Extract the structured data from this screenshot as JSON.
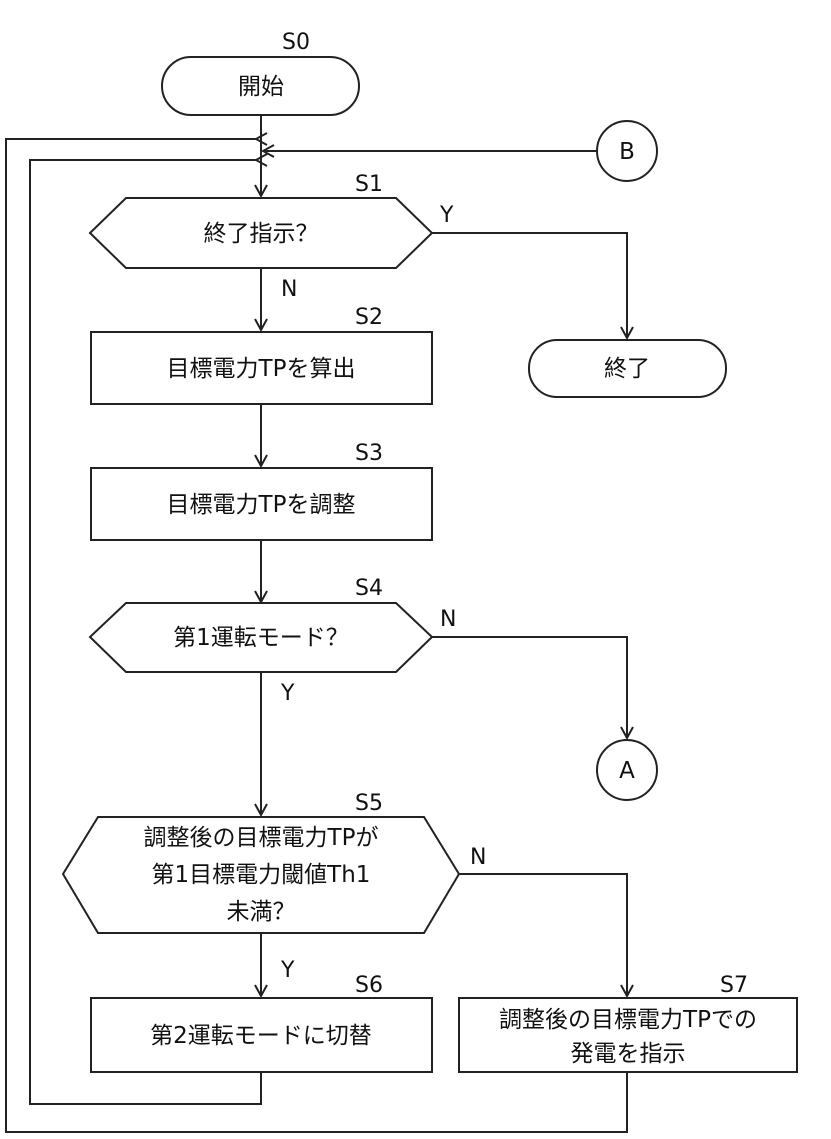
{
  "steps": {
    "s0": "S0",
    "s1": "S1",
    "s2": "S2",
    "s3": "S3",
    "s4": "S4",
    "s5": "S5",
    "s6": "S6",
    "s7": "S7"
  },
  "nodes": {
    "start": "開始",
    "end": "終了",
    "s1": "終了指示？",
    "s2": "目標電力TPを算出",
    "s3": "目標電力TPを調整",
    "s4": "第1運転モード？",
    "s5": [
      "調整後の目標電力TPが",
      "第1目標電力閾値Th1",
      "未満？"
    ],
    "s6": "第2運転モードに切替",
    "s7": [
      "調整後の目標電力TPでの",
      "発電を指示"
    ]
  },
  "connectors": {
    "a": "A",
    "b": "B"
  },
  "branches": {
    "s1_yes": "Y",
    "s1_no": "N",
    "s4_no": "N",
    "s4_yes": "Y",
    "s5_no": "N",
    "s5_yes": "Y"
  }
}
